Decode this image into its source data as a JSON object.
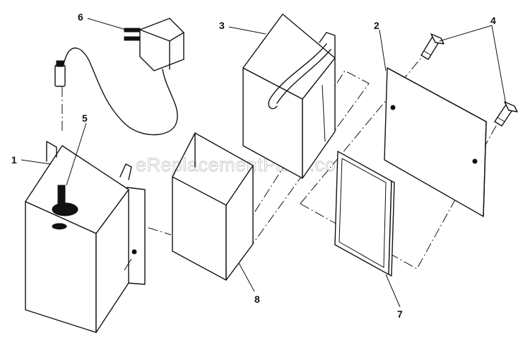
{
  "watermark": "eReplacementParts.com",
  "callouts": [
    {
      "id": "1",
      "label": "1"
    },
    {
      "id": "2",
      "label": "2"
    },
    {
      "id": "3",
      "label": "3"
    },
    {
      "id": "4",
      "label": "4"
    },
    {
      "id": "5",
      "label": "5"
    },
    {
      "id": "6",
      "label": "6"
    },
    {
      "id": "7",
      "label": "7"
    },
    {
      "id": "8",
      "label": "8"
    }
  ],
  "colors": {
    "line": "#111111",
    "watermark": "#c8c8c8",
    "background": "#ffffff"
  }
}
